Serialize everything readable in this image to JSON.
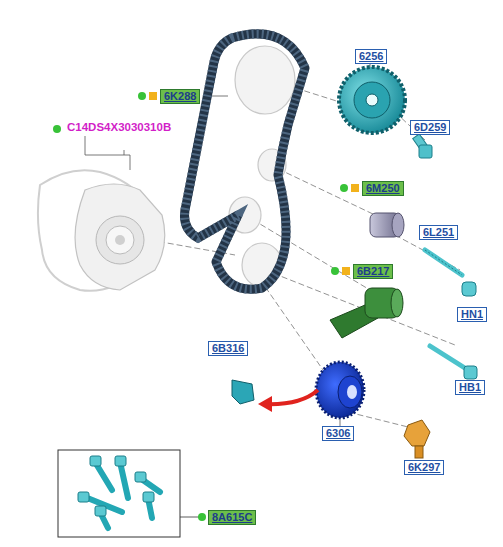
{
  "diagram": {
    "labels": [
      "6K288",
      "6256",
      "C14DS4X3030310B",
      "6D259",
      "6M250",
      "6L251",
      "6B217",
      "HN1",
      "6B316",
      "HB1",
      "6306",
      "6K297",
      "8A615C"
    ]
  }
}
